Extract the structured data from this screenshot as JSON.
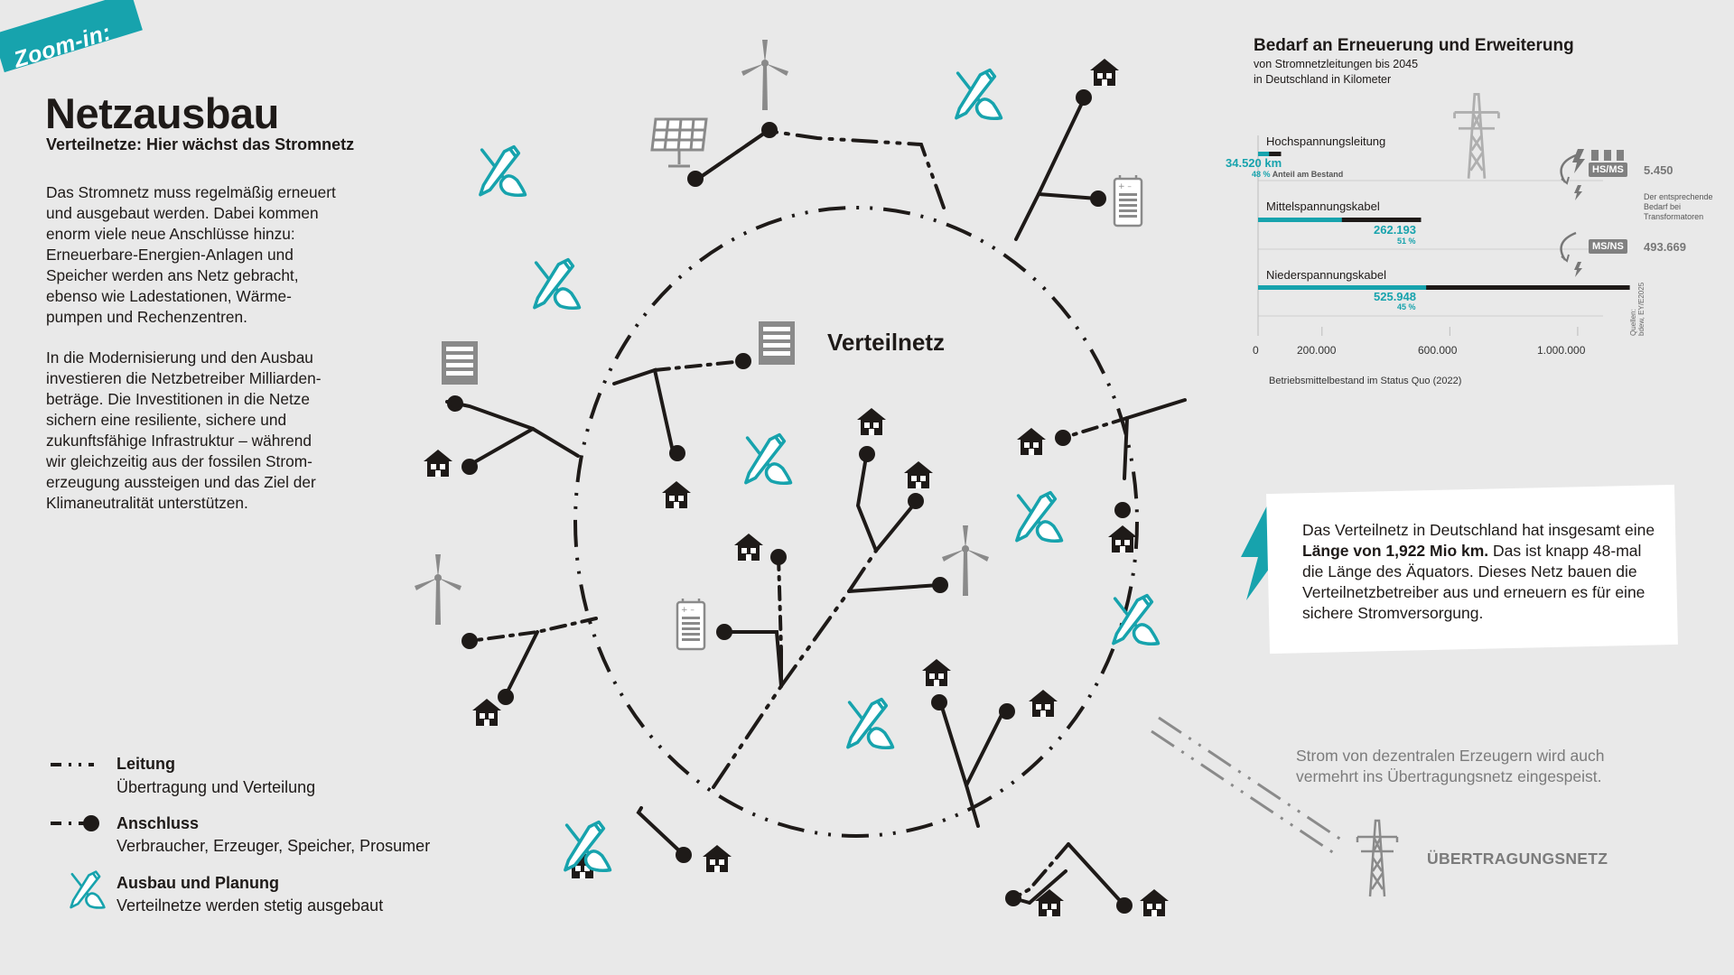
{
  "badge": "Zoom-in:",
  "header": {
    "title": "Netzausbau",
    "subtitle": "Verteilnetze: Hier wächst das Stromnetz"
  },
  "intro": [
    "Das Stromnetz muss regelmäßig erneuert\nund ausgebaut werden. Dabei kommen\nenorm viele neue Anschlüsse hinzu:\nErneuerbare-Energien-Anlagen und\nSpeicher werden ans Netz gebracht,\nebenso wie Ladestationen, Wärme-\npumpen und Rechenzentren.",
    "In die Modernisierung und den Ausbau\ninvestieren die Netzbetreiber Milliarden-\nbeträge. Die Investitionen in die Netze\nsichern eine resiliente, sichere und\nzukunftsfähige Infrastruktur – während\nwir gleichzeitig aus der fossilen Strom-\nerzeugung aussteigen und das Ziel der\nKlimaneutralität unterstützen."
  ],
  "diagram": {
    "center_label": "Verteilnetz",
    "transmission_note": "Strom von dezentralen Erzeugern wird auch\nvermehrt ins Übertragungsnetz eingespeist.",
    "transmission_label": "ÜBERTRAGUNGSNETZ"
  },
  "info_box": {
    "text_before": "Das Verteilnetz in Deutschland hat insgesamt eine ",
    "text_bold": "Länge von 1,922 Mio km.",
    "text_after": " Das ist knapp 48-mal die Länge des Äquators. Dieses Netz bauen die Verteilnetzbetreiber aus und erneuern es für eine sichere Stromversorgung."
  },
  "legend": [
    {
      "title": "Leitung",
      "desc": "Übertragung und Verteilung",
      "icon": "dash-dot-line"
    },
    {
      "title": "Anschluss",
      "desc": "Verbraucher, Erzeuger, Speicher, Prosumer",
      "icon": "line-with-dot"
    },
    {
      "title": "Ausbau und Planung",
      "desc": "Verteilnetze werden stetig ausgebaut",
      "icon": "shovel-pencil-icon"
    }
  ],
  "chart_data": {
    "type": "bar",
    "title": "Bedarf an Erneuerung und Erweiterung",
    "subtitle": "von Stromnetzleitungen bis 2045\nin Deutschland in Kilometer",
    "xlabel": "Betriebsmittelbestand im Status Quo (2022)",
    "xlim": [
      0,
      1150000
    ],
    "ticks": [
      "0",
      "200.000",
      "600.000",
      "1.000.000"
    ],
    "tick_values": [
      0,
      200000,
      600000,
      1000000
    ],
    "pct_suffix": "Anteil am Bestand",
    "categories": [
      "Hochspannungsleitung",
      "Mittelspannungskabel",
      "Niederspannungskabel"
    ],
    "series": [
      {
        "name": "Bedarf",
        "values": [
          34520,
          262193,
          525948
        ],
        "labels": [
          "34.520 km",
          "262.193",
          "525.948"
        ],
        "percent": [
          "48 %",
          "51 %",
          "45 %"
        ]
      },
      {
        "name": "Bestand",
        "values": [
          72000,
          510000,
          1163000
        ]
      }
    ],
    "transformers": [
      {
        "label": "HS/MS",
        "value": "5.450"
      },
      {
        "label": "MS/NS",
        "value": "493.669"
      }
    ],
    "transformer_note": "Der entsprechende\nBedarf bei\nTransformatoren",
    "source": "Quellen:\nbdew, EY/E2025",
    "colors": {
      "need": "#17a3ad",
      "stock": "#1e1a18"
    }
  },
  "colors": {
    "accent": "#17a3ad",
    "ink": "#1e1a18",
    "gray": "#8a8a8a",
    "background": "#e9e9e9"
  }
}
